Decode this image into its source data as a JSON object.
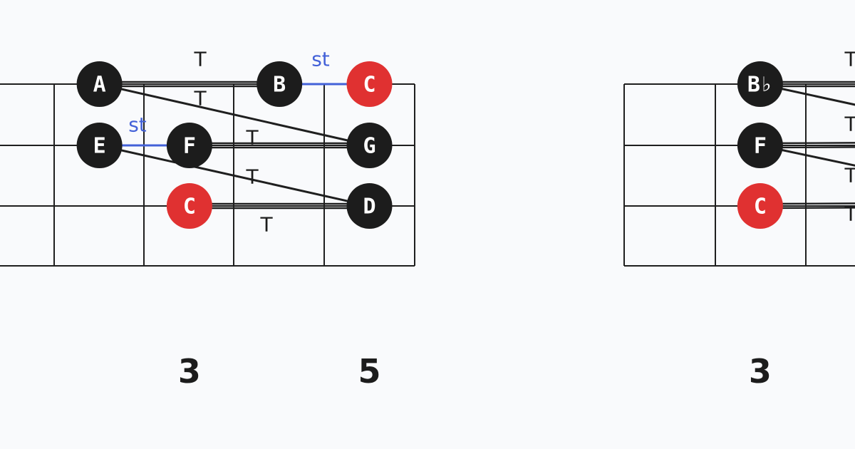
{
  "colors": {
    "background": "#f9fafc",
    "grid": "#1f1f1f",
    "note_fill": "#1c1c1c",
    "root_fill": "#e03131",
    "note_text": "#ffffff",
    "tone_line": "#1f1f1f",
    "semitone_line": "#4361d8",
    "tone_label": "#1c1c1c",
    "semitone_label": "#4361d8",
    "fret_number": "#1c1c1c"
  },
  "diagrams": [
    {
      "notes": [
        {
          "label": "A",
          "string": 0,
          "fret": 2,
          "root": false
        },
        {
          "label": "B",
          "string": 0,
          "fret": 4,
          "root": false
        },
        {
          "label": "C",
          "string": 0,
          "fret": 5,
          "root": true
        },
        {
          "label": "E",
          "string": 1,
          "fret": 2,
          "root": false
        },
        {
          "label": "F",
          "string": 1,
          "fret": 3,
          "root": false
        },
        {
          "label": "G",
          "string": 1,
          "fret": 5,
          "root": false
        },
        {
          "label": "C",
          "string": 2,
          "fret": 3,
          "root": true
        },
        {
          "label": "D",
          "string": 2,
          "fret": 5,
          "root": false
        }
      ],
      "intervals": [
        {
          "from": 0,
          "to": 1,
          "kind": "tone",
          "double": true
        },
        {
          "from": 1,
          "to": 2,
          "kind": "semitone",
          "double": false
        },
        {
          "from": 0,
          "to": 5,
          "kind": "tone",
          "double": false
        },
        {
          "from": 3,
          "to": 4,
          "kind": "semitone",
          "double": false
        },
        {
          "from": 4,
          "to": 5,
          "kind": "tone",
          "double": true
        },
        {
          "from": 3,
          "to": 7,
          "kind": "tone",
          "double": false
        },
        {
          "from": 6,
          "to": 7,
          "kind": "tone",
          "double": true
        }
      ],
      "labels": [
        {
          "text": "T",
          "kind": "tone"
        },
        {
          "text": "st",
          "kind": "semitone"
        },
        {
          "text": "T",
          "kind": "tone"
        },
        {
          "text": "st",
          "kind": "semitone"
        },
        {
          "text": "T",
          "kind": "tone"
        },
        {
          "text": "T",
          "kind": "tone"
        },
        {
          "text": "T",
          "kind": "tone"
        }
      ],
      "fret_numbers": [
        {
          "fret": 3,
          "text": "3"
        },
        {
          "fret": 5,
          "text": "5"
        }
      ]
    },
    {
      "notes": [
        {
          "label": "B♭",
          "string": 0,
          "fret": 3,
          "root": false
        },
        {
          "label": "F",
          "string": 1,
          "fret": 3,
          "root": false
        },
        {
          "label": "C",
          "string": 2,
          "fret": 3,
          "root": true
        }
      ],
      "intervals": [
        {
          "from": 0,
          "to_point": [
            1280,
            118
          ],
          "kind": "tone",
          "double": true
        },
        {
          "from": 0,
          "to_point": [
            1260,
            160
          ],
          "kind": "tone",
          "double": false
        },
        {
          "from": 1,
          "to_point": [
            1280,
            203
          ],
          "kind": "tone",
          "double": true
        },
        {
          "from": 1,
          "to_point": [
            1260,
            245
          ],
          "kind": "tone",
          "double": false
        },
        {
          "from": 2,
          "to_point": [
            1280,
            288
          ],
          "kind": "tone",
          "double": true
        }
      ],
      "labels": [
        {
          "text": "T",
          "kind": "tone"
        },
        {
          "text": "T",
          "kind": "tone"
        },
        {
          "text": "T",
          "kind": "tone"
        },
        {
          "text": "T",
          "kind": "tone"
        }
      ],
      "fret_numbers": [
        {
          "fret": 3,
          "text": "3"
        }
      ]
    }
  ]
}
